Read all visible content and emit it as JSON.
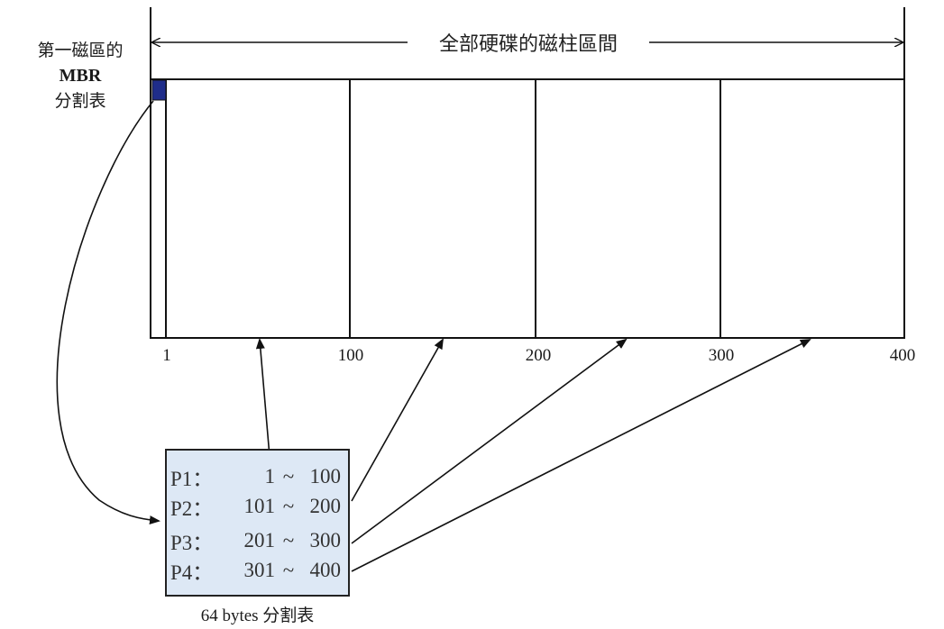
{
  "title": "全部硬碟的磁柱區間",
  "mbr_label": {
    "line1": "第一磁區的",
    "line2": "MBR",
    "line3": "分割表"
  },
  "axis_ticks": [
    "1",
    "100",
    "200",
    "300",
    "400"
  ],
  "partition_table": {
    "rows": [
      {
        "name": "P1：",
        "start": "1",
        "sep": "~",
        "end": "100"
      },
      {
        "name": "P2：",
        "start": "101",
        "sep": "~",
        "end": "200"
      },
      {
        "name": "P3：",
        "start": "201",
        "sep": "~",
        "end": "300"
      },
      {
        "name": "P4：",
        "start": "301",
        "sep": "~",
        "end": "400"
      }
    ],
    "caption": "64 bytes 分割表"
  },
  "colors": {
    "mbr_block": "#1f2d8a",
    "table_fill": "#dde8f5",
    "line": "#111111"
  }
}
